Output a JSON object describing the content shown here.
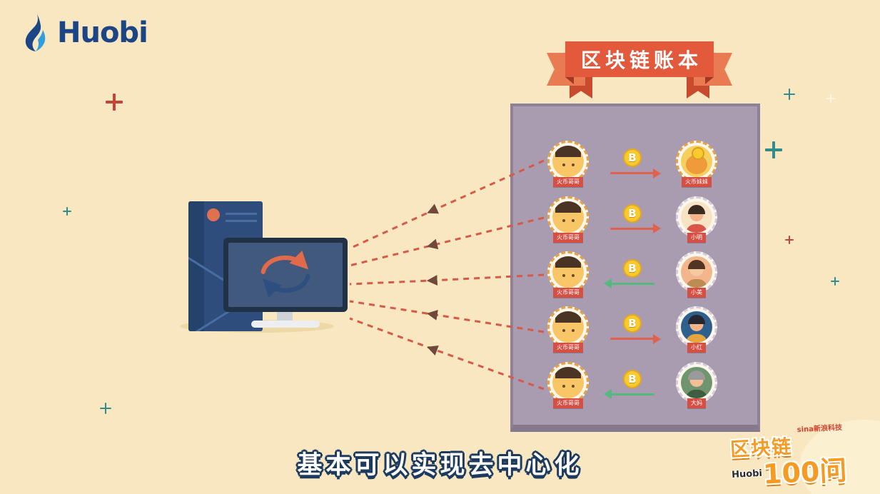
{
  "brand": {
    "name": "Huobi"
  },
  "ribbon": {
    "title": "区块链账本"
  },
  "ledger": {
    "coin_symbol": "B",
    "rows": [
      {
        "sender": "火币哥哥",
        "receiver": "火币妹妹",
        "direction": "right"
      },
      {
        "sender": "火币哥哥",
        "receiver": "小明",
        "direction": "right"
      },
      {
        "sender": "火币哥哥",
        "receiver": "小美",
        "direction": "left"
      },
      {
        "sender": "火币哥哥",
        "receiver": "小红",
        "direction": "right"
      },
      {
        "sender": "火币哥哥",
        "receiver": "大妈",
        "direction": "left"
      }
    ]
  },
  "subtitle": {
    "text": "基本可以实现去中心化"
  },
  "badge": {
    "partner": "sina新浪科技",
    "line1": "区块链",
    "line2": "100问",
    "brand": "Huobi"
  },
  "colors": {
    "background": "#f8e7c0",
    "panel": "#a99cb1",
    "accent_red": "#e2604e",
    "accent_green": "#55b97e",
    "coin_gold": "#f8ca2e",
    "huobi_blue": "#1c4586",
    "ribbon_orange": "#e2593c"
  }
}
